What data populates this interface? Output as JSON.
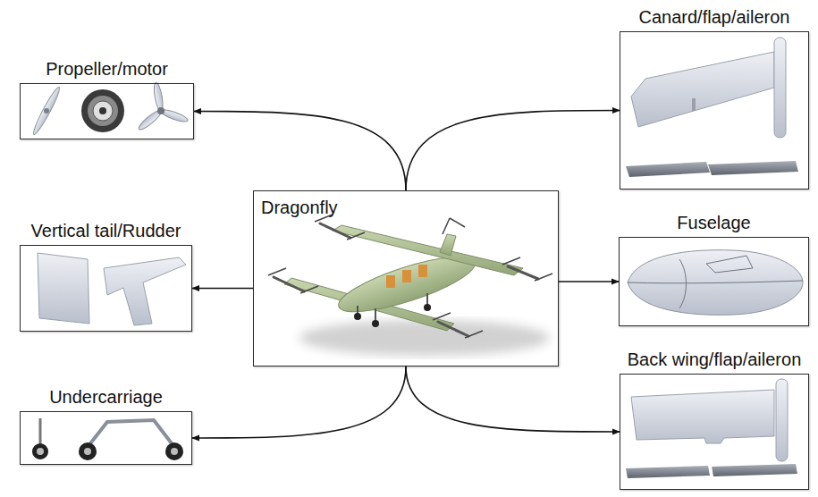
{
  "diagram": {
    "nodes": [
      {
        "text": [
          "Propeller/motor"
        ]
      },
      {
        "text": [
          "Canard/flap/aileron"
        ]
      },
      {
        "text": [
          "Vertical tail/Rudder"
        ]
      },
      {
        "text": [
          "Dragonfly"
        ]
      },
      {
        "text": [
          "Fuselage"
        ]
      },
      {
        "text": [
          "Undercarriage"
        ]
      },
      {
        "text": [
          "Back wing/flap/aileron"
        ]
      }
    ],
    "edges": [
      {
        "from": 3,
        "to": 0,
        "arrow": "to"
      },
      {
        "from": 3,
        "to": 1,
        "arrow": "to"
      },
      {
        "from": 3,
        "to": 2,
        "arrow": "to"
      },
      {
        "from": 3,
        "to": 4,
        "arrow": "to"
      },
      {
        "from": 3,
        "to": 5,
        "arrow": "to"
      },
      {
        "from": 3,
        "to": 6,
        "arrow": "to"
      }
    ]
  }
}
